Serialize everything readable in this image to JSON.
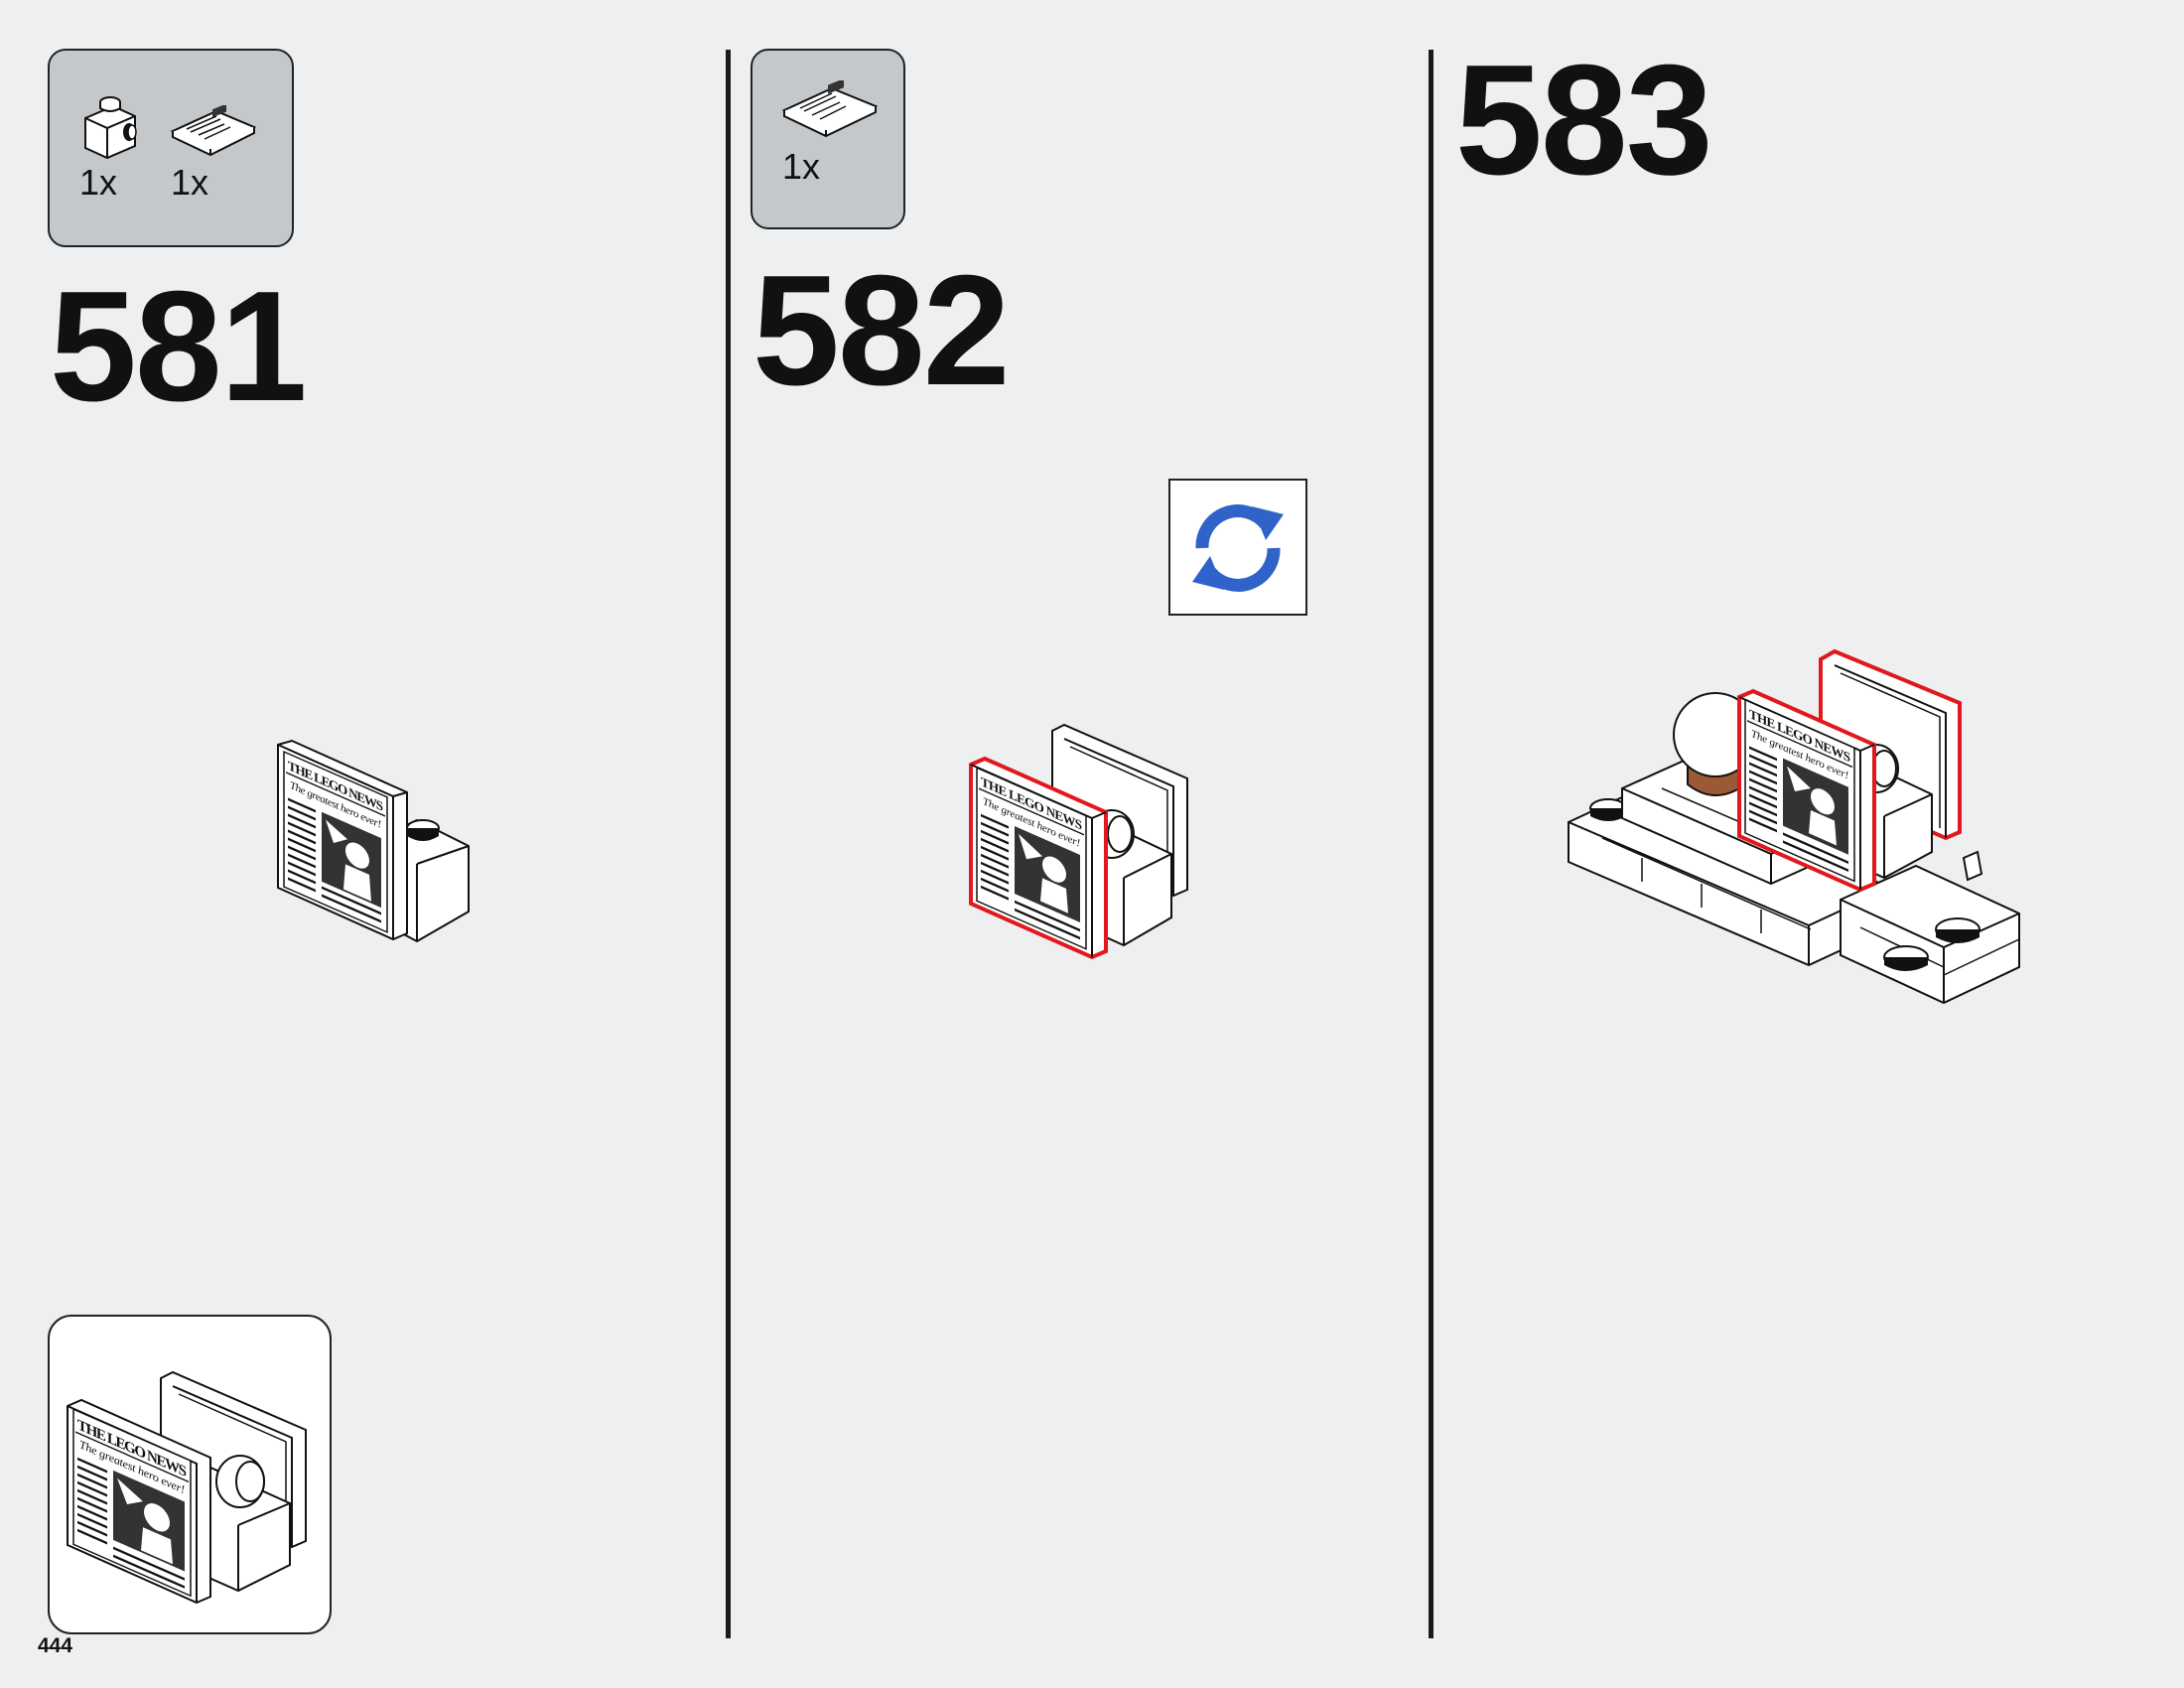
{
  "page_number": "444",
  "steps": [
    {
      "number": "581",
      "parts": [
        {
          "icon": "bracket-brick-icon",
          "qty": "1x"
        },
        {
          "icon": "newspaper-tile-icon",
          "qty": "1x"
        }
      ]
    },
    {
      "number": "582",
      "parts": [
        {
          "icon": "newspaper-tile-icon",
          "qty": "1x"
        }
      ]
    },
    {
      "number": "583",
      "parts": []
    }
  ],
  "newspaper": {
    "headline": "THE LEGO NEWS",
    "subline": "The greatest hero ever!"
  },
  "icons": {
    "rotate": "rotate-model-icon"
  },
  "colors": {
    "page_bg": "#eeeff1",
    "parts_box": "#c5c8cb",
    "highlight": "#e0191e",
    "rotate_arrow": "#2f63c9",
    "brown_part": "#9a5a35"
  }
}
